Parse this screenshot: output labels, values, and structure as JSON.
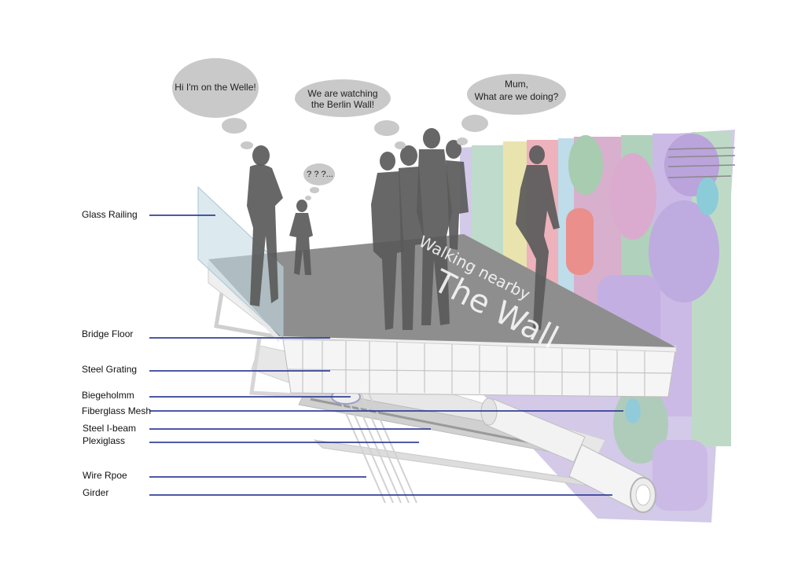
{
  "bubbles": {
    "welle": "Hi I'm on the Welle!",
    "watching_line1": "We are  watching",
    "watching_line2": "the  Berlin Wall!",
    "child": "? ? ?...",
    "mum_line1": "Mum,",
    "mum_line2": "What are we doing?"
  },
  "floor_text": {
    "line1": "Walking  nearby",
    "line2": "The  Wall"
  },
  "callouts": [
    "Glass Railing",
    "Bridge Floor",
    "Steel Grating",
    "Biegeholmm",
    "Fiberglass  Mesh",
    "Steel I-beam",
    "Plexiglass",
    "Wire Rpoe",
    "Girder"
  ],
  "colors": {
    "leader_line": "#2f3c94",
    "floor": "#8e8e8e",
    "silhouette": "#5a5a5a",
    "bubble": "#c9c9c9",
    "glass": "#c4dbe3",
    "wall_purple": "#c7b3e4",
    "wall_green": "#a8cdb4",
    "wall_pink": "#ecaab5"
  }
}
